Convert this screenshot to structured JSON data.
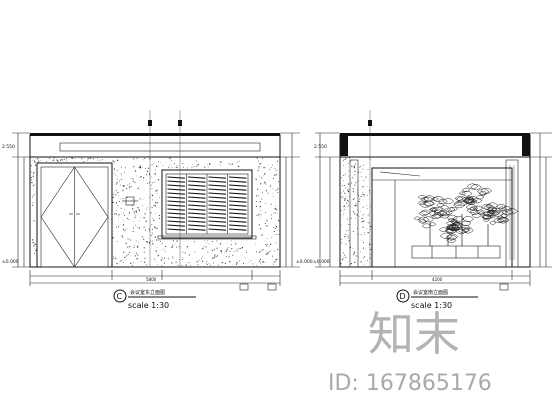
{
  "elevation_left": {
    "title": "会议室东立面图",
    "marker": "C",
    "scale": "scale  1:30",
    "level_top": "2.550",
    "level_left_bottom": "±0.000",
    "level_right_bottom": "±0.000",
    "dim_bottom_total": "5800"
  },
  "elevation_right": {
    "title": "会议室南立面图",
    "marker": "D",
    "scale": "scale 1:30",
    "level_top": "2.550",
    "level_left_bottom": "±0.000",
    "dim_bottom_total": "4200"
  },
  "watermark": {
    "brand": "知末",
    "id_text": "ID: 167865176"
  },
  "colors": {
    "line": "#111111",
    "watermark": "#9a9a9a",
    "background": "#ffffff"
  }
}
